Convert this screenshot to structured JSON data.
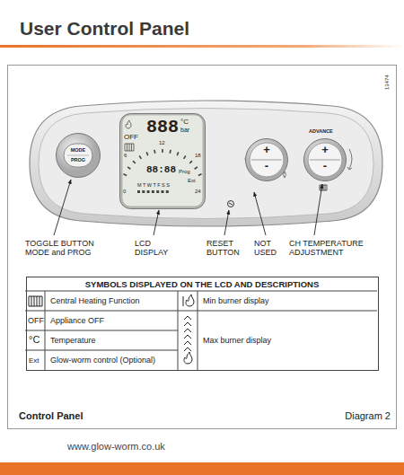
{
  "diagram": {
    "title": "User Control Panel",
    "nodes": [
      {
        "text": [
          "Control Panel",
          "Diagram 2"
        ]
      },
      {
        "text": [
          "MODE",
          "PROG"
        ],
        "in": 0
      },
      {
        "text": [
          "888",
          "°C",
          "bar",
          "OFF",
          "Ext",
          "88:88",
          "Prog",
          "M T W T F S S",
          "0",
          "6",
          "12",
          "18",
          "24"
        ],
        "in": 0
      },
      {
        "text": [
          "+",
          "-"
        ],
        "in": 0
      },
      {
        "text": [
          "+",
          "-"
        ],
        "in": 0
      },
      {
        "text": [
          "SYMBOLS DISPLAYED ON THE LCD AND DESCRIPTIONS"
        ],
        "in": 0
      }
    ],
    "labels": [
      "13474",
      "ADVANCE",
      "TOGGLE BUTTON MODE and PROG",
      "LCD DISPLAY",
      "RESET BUTTON",
      "NOT USED",
      "CH TEMPERATURE ADJUSTMENT",
      "Central Heating Function",
      "OFF",
      "Appliance OFF",
      "°C",
      "Temperature",
      "Ext",
      "Glow-worm control (Optional)",
      "Min burner display",
      "Max burner display",
      "www.glow-worm.co.uk"
    ]
  }
}
